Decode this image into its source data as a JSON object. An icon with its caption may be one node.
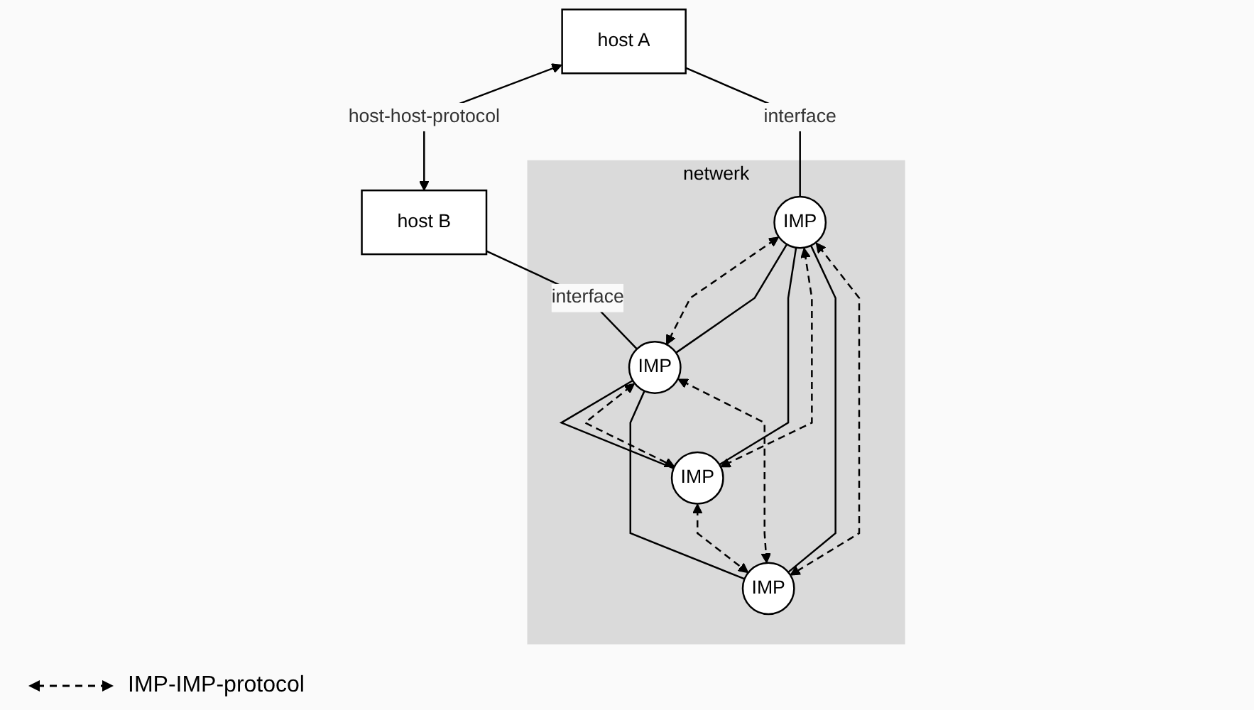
{
  "diagram": {
    "nodes": [
      {
        "text": [
          "host A"
        ]
      },
      {
        "text": [
          "host B"
        ]
      },
      {
        "text": [
          "netwerk"
        ]
      },
      {
        "text": [
          "IMP"
        ],
        "in": 2
      },
      {
        "text": [
          "IMP"
        ],
        "in": 2
      },
      {
        "text": [
          "IMP"
        ],
        "in": 2
      },
      {
        "text": [
          "IMP"
        ],
        "in": 2
      }
    ],
    "edges": [
      {
        "from": 0,
        "to": 1,
        "arrow": "both",
        "label": "host-host-protocol"
      },
      {
        "from": 0,
        "to": 3,
        "arrow": "none",
        "label": "interface"
      },
      {
        "from": 1,
        "to": 4,
        "arrow": "none",
        "label": "interface"
      },
      {
        "from": 3,
        "to": 4,
        "arrow": "both",
        "style": "dashed"
      },
      {
        "from": 3,
        "to": 4,
        "arrow": "none"
      },
      {
        "from": 3,
        "to": 5,
        "arrow": "none"
      },
      {
        "from": 3,
        "to": 5,
        "arrow": "both",
        "style": "dashed"
      },
      {
        "from": 4,
        "to": 5,
        "arrow": "none"
      },
      {
        "from": 4,
        "to": 5,
        "arrow": "both",
        "style": "dashed"
      },
      {
        "from": 5,
        "to": 6,
        "arrow": "both",
        "style": "dashed"
      },
      {
        "from": 3,
        "to": 6,
        "arrow": "none"
      },
      {
        "from": 3,
        "to": 6,
        "arrow": "both",
        "style": "dashed"
      },
      {
        "from": 4,
        "to": 6,
        "arrow": "none"
      },
      {
        "from": 4,
        "to": 6,
        "arrow": "both",
        "style": "dashed"
      }
    ],
    "legend": [
      {
        "text": "IMP-IMP-protocol"
      }
    ]
  }
}
